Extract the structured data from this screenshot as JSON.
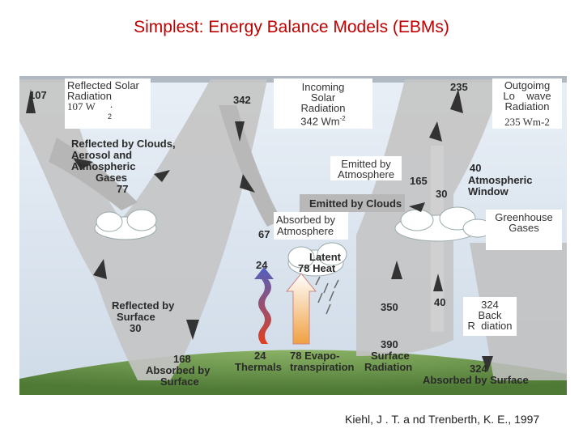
{
  "title": "Simplest: Energy Balance Models (EBMs)",
  "labels": {
    "reflected_solar_1": "Reflected Solar",
    "reflected_solar_2": "Radiation",
    "reflected_solar_3": "107 W",
    "reflected_solar_dot": "·",
    "reflected_solar_sup": "2",
    "incoming_1": "Incoming",
    "incoming_2": "Solar",
    "incoming_3": "Radiation",
    "incoming_4": "342 Wm",
    "incoming_sup": "-2",
    "outgoing_1": "Outgoimg",
    "outgoing_2": "Lo    wave",
    "outgoing_3": "Radiation",
    "outgoing_4": "235 Wm-2",
    "emitted_atm_1": "Emitted by",
    "emitted_atm_2": "Atmosphere",
    "absorbed_atm_1": "Absorbed by",
    "absorbed_atm_2": "Atmosphere",
    "greenhouse_1": "Greenhouse",
    "greenhouse_2": "Gases",
    "back_1": "324",
    "back_2": "Back",
    "back_3": "R  diation"
  },
  "figure": {
    "v107": "107",
    "v342": "342",
    "v235": "235",
    "refl_clouds_1": "Reflected by Clouds,",
    "refl_clouds_2": "Aerosol and",
    "refl_clouds_3": "Atmospheric",
    "refl_clouds_4": "Gases",
    "v77": "77",
    "v165": "165",
    "v30w": "30",
    "v40w": "40",
    "atm_window_1": "Atmospheric",
    "atm_window_2": "Window",
    "emitted_clouds": "Emitted by Clouds",
    "v67": "67",
    "v24": "24",
    "latent_1": "Latent",
    "latent_2": "78 Heat",
    "refl_surface_1": "Reflected by",
    "refl_surface_2": "Surface",
    "refl_surface_3": "30",
    "v350": "350",
    "v40b": "40",
    "v390": "390",
    "surf_rad_1": "Surface",
    "surf_rad_2": "Radiation",
    "v168": "168",
    "abs_surface_1": "Absorbed by",
    "abs_surface_2": "Surface",
    "thermals_1": "24",
    "thermals_2": "Thermals",
    "evapo_1": "78  Evapo-",
    "evapo_2": "transpiration",
    "v324": "324",
    "abs_by_surface": "Absorbed by Surface"
  },
  "citation": "Kiehl, J . T. a nd Trenberth, K. E., 1997",
  "colors": {
    "title": "#c00000",
    "sky": "#dce6f0",
    "band": "#bdbdbd",
    "ground": "#6f9a4e",
    "arrow": "#3a3a3a"
  }
}
